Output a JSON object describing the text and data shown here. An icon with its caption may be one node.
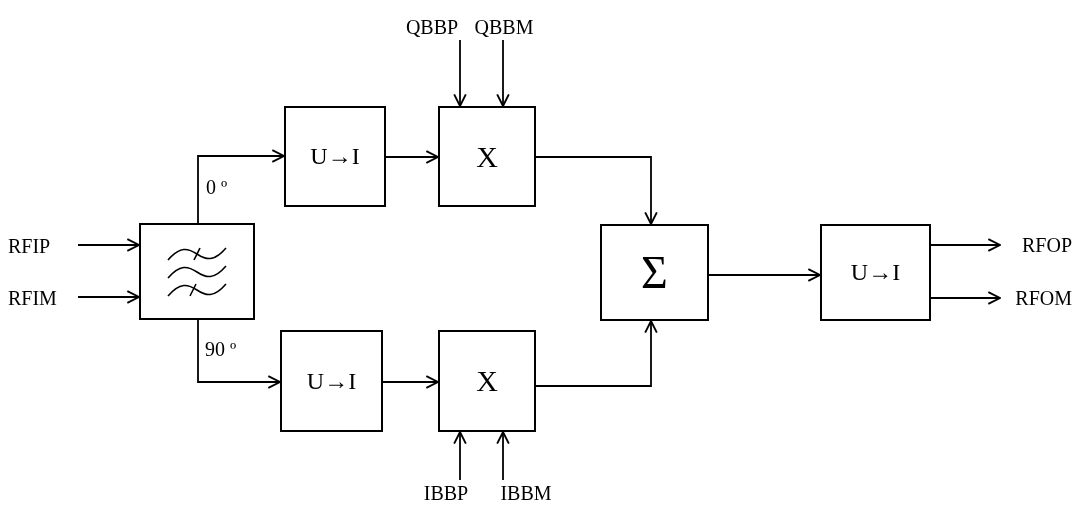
{
  "diagram": {
    "nodes": [
      {
        "text": [
          "QBBP"
        ]
      },
      {
        "text": [
          "QBBM"
        ]
      },
      {
        "text": [
          "U→I"
        ]
      },
      {
        "text": [
          "X"
        ]
      },
      {
        "text": [
          "RFIP"
        ]
      },
      {
        "text": [],
        "shape": "box"
      },
      {
        "text": [
          "RFIM"
        ]
      },
      {
        "text": [
          "Σ"
        ]
      },
      {
        "text": [
          "U→I"
        ]
      },
      {
        "text": [
          "RFOP"
        ]
      },
      {
        "text": [
          "RFOM"
        ]
      },
      {
        "text": [
          "U→I"
        ]
      },
      {
        "text": [
          "X"
        ]
      },
      {
        "text": [
          "IBBP"
        ]
      },
      {
        "text": [
          "IBBM"
        ]
      }
    ],
    "edges": [
      {
        "from": 4,
        "to": 5,
        "arrow": "to"
      },
      {
        "from": 6,
        "to": 5,
        "arrow": "to"
      },
      {
        "from": 5,
        "to": 2,
        "arrow": "to",
        "label": "0 º"
      },
      {
        "from": 5,
        "to": 11,
        "arrow": "to",
        "label": "90 º"
      },
      {
        "from": 2,
        "to": 3,
        "arrow": "to"
      },
      {
        "from": 11,
        "to": 12,
        "arrow": "to"
      },
      {
        "from": 0,
        "to": 3,
        "arrow": "to"
      },
      {
        "from": 1,
        "to": 3,
        "arrow": "to"
      },
      {
        "from": 13,
        "to": 12,
        "arrow": "to"
      },
      {
        "from": 14,
        "to": 12,
        "arrow": "to"
      },
      {
        "from": 3,
        "to": 7,
        "arrow": "to"
      },
      {
        "from": 12,
        "to": 7,
        "arrow": "to"
      },
      {
        "from": 7,
        "to": 8,
        "arrow": "to"
      },
      {
        "from": 8,
        "to": 9,
        "arrow": "to"
      },
      {
        "from": 8,
        "to": 10,
        "arrow": "to"
      }
    ]
  }
}
